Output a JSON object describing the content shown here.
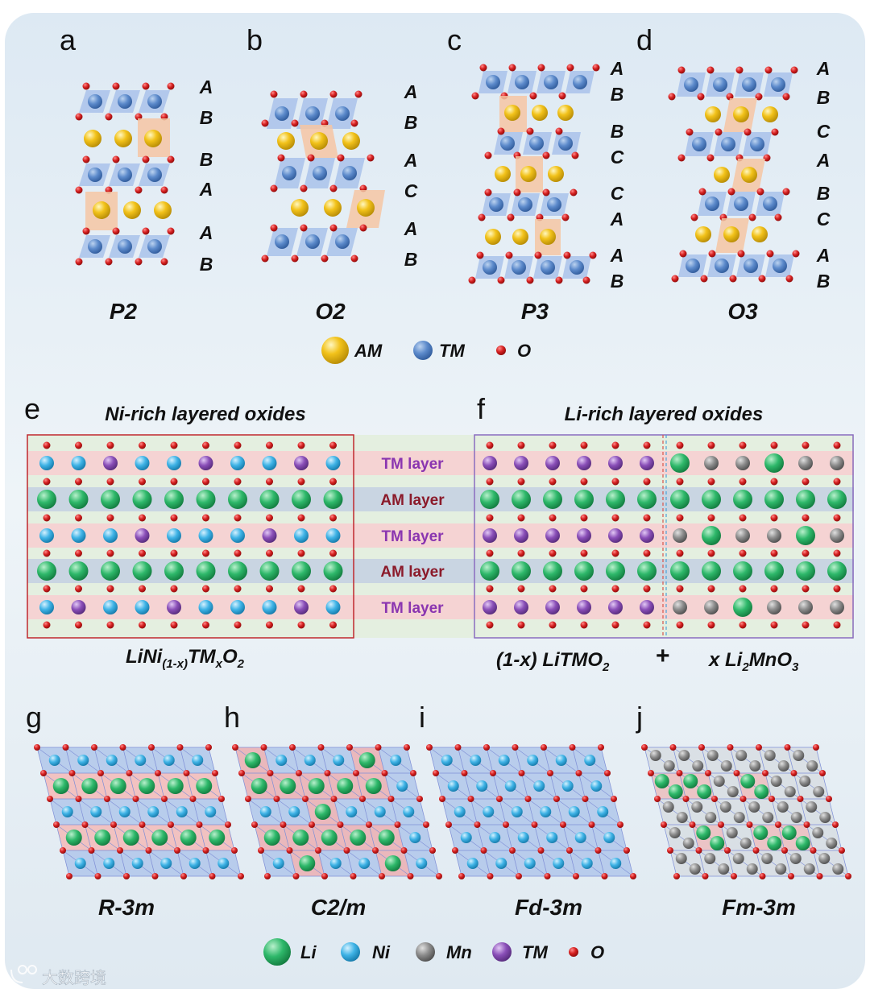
{
  "panel_letters": [
    "a",
    "b",
    "c",
    "d",
    "e",
    "f",
    "g",
    "h",
    "i",
    "j"
  ],
  "structures": [
    {
      "name": "P2",
      "stacking": [
        "A",
        "B",
        "B",
        "A",
        "A",
        "B"
      ]
    },
    {
      "name": "O2",
      "stacking": [
        "A",
        "B",
        "A",
        "C",
        "A",
        "B"
      ]
    },
    {
      "name": "P3",
      "stacking": [
        "A",
        "B",
        "B",
        "C",
        "C",
        "A",
        "A",
        "B"
      ]
    },
    {
      "name": "O3",
      "stacking": [
        "A",
        "B",
        "C",
        "A",
        "B",
        "C",
        "A",
        "B"
      ]
    }
  ],
  "legend_top": [
    {
      "label": "AM",
      "color": "#f2c21a"
    },
    {
      "label": "TM",
      "color": "#4d7fc0"
    },
    {
      "label": "O",
      "color": "#cc1b1b"
    }
  ],
  "ni_rich": {
    "title": "Ni-rich layered oxides"
  },
  "li_rich": {
    "title": "Li-rich layered oxides"
  },
  "layer_labels": [
    "TM layer",
    "AM layer",
    "TM layer",
    "AM layer",
    "TM layer"
  ],
  "plus_sign": "+",
  "space_groups": [
    "R-3m",
    "C2/m",
    "Fd-3m",
    "Fm-3m"
  ],
  "legend_bottom": [
    {
      "label": "Li",
      "color": "#2eb86a"
    },
    {
      "label": "Ni",
      "color": "#3fb3e6"
    },
    {
      "label": "Mn",
      "color": "#8c8c8c"
    },
    {
      "label": "TM",
      "color": "#8a4fb8"
    },
    {
      "label": "O",
      "color": "#cc1b1b"
    }
  ],
  "watermark": "大数跨境",
  "colors": {
    "panel_bg": "#e8f0f6",
    "octahedron_blue": "#a9c2ea",
    "prism_orange": "#f6c6a3",
    "tm_band": "#f5d3d3",
    "am_band": "#c9d5e2",
    "o_band": "#e4efe0",
    "ni_rich_border": "#c0282e",
    "li_rich_border": "#8a6cbf",
    "tm_label": "#8a35b0",
    "am_label": "#8b1a2a"
  }
}
